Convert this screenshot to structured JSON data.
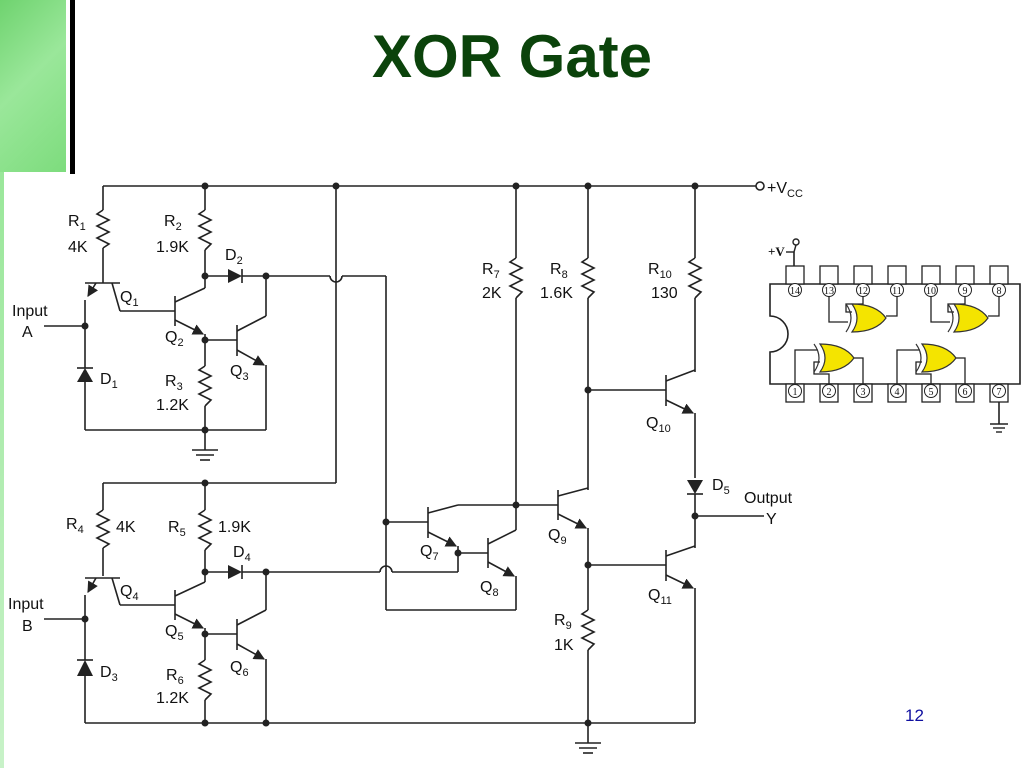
{
  "slide": {
    "title": "XOR Gate",
    "page_number": "12"
  },
  "schematic": {
    "vcc_label": "+VCC",
    "vcc_main": "+V",
    "vcc_sub": "CC",
    "input_a_line1": "Input",
    "input_a_line2": "A",
    "input_b_line1": "Input",
    "input_b_line2": "B",
    "output_line1": "Output",
    "output_line2": "Y",
    "components": {
      "R1": {
        "name": "R",
        "sub": "1",
        "value": "4K"
      },
      "R2": {
        "name": "R",
        "sub": "2",
        "value": "1.9K"
      },
      "R3": {
        "name": "R",
        "sub": "3",
        "value": "1.2K"
      },
      "R4": {
        "name": "R",
        "sub": "4",
        "value": "4K"
      },
      "R5": {
        "name": "R",
        "sub": "5",
        "value": "1.9K"
      },
      "R6": {
        "name": "R",
        "sub": "6",
        "value": "1.2K"
      },
      "R7": {
        "name": "R",
        "sub": "7",
        "value": "2K"
      },
      "R8": {
        "name": "R",
        "sub": "8",
        "value": "1.6K"
      },
      "R9": {
        "name": "R",
        "sub": "9",
        "value": "1K"
      },
      "R10": {
        "name": "R",
        "sub": "10",
        "value": "130"
      },
      "D1": {
        "name": "D",
        "sub": "1"
      },
      "D2": {
        "name": "D",
        "sub": "2"
      },
      "D3": {
        "name": "D",
        "sub": "3"
      },
      "D4": {
        "name": "D",
        "sub": "4"
      },
      "D5": {
        "name": "D",
        "sub": "5"
      },
      "Q1": {
        "name": "Q",
        "sub": "1"
      },
      "Q2": {
        "name": "Q",
        "sub": "2"
      },
      "Q3": {
        "name": "Q",
        "sub": "3"
      },
      "Q4": {
        "name": "Q",
        "sub": "4"
      },
      "Q5": {
        "name": "Q",
        "sub": "5"
      },
      "Q6": {
        "name": "Q",
        "sub": "6"
      },
      "Q7": {
        "name": "Q",
        "sub": "7"
      },
      "Q8": {
        "name": "Q",
        "sub": "8"
      },
      "Q9": {
        "name": "Q",
        "sub": "9"
      },
      "Q10": {
        "name": "Q",
        "sub": "10"
      },
      "Q11": {
        "name": "Q",
        "sub": "11"
      }
    }
  },
  "chip": {
    "supply_label": "+V",
    "top_pins": [
      "14",
      "13",
      "12",
      "11",
      "10",
      "9",
      "8"
    ],
    "bottom_pins": [
      "1",
      "2",
      "3",
      "4",
      "5",
      "6",
      "7"
    ],
    "gate_color": "#f4e400"
  },
  "colors": {
    "title": "#0b430b",
    "page_number": "#1010a0",
    "accent_green": "#7ddc7d"
  }
}
